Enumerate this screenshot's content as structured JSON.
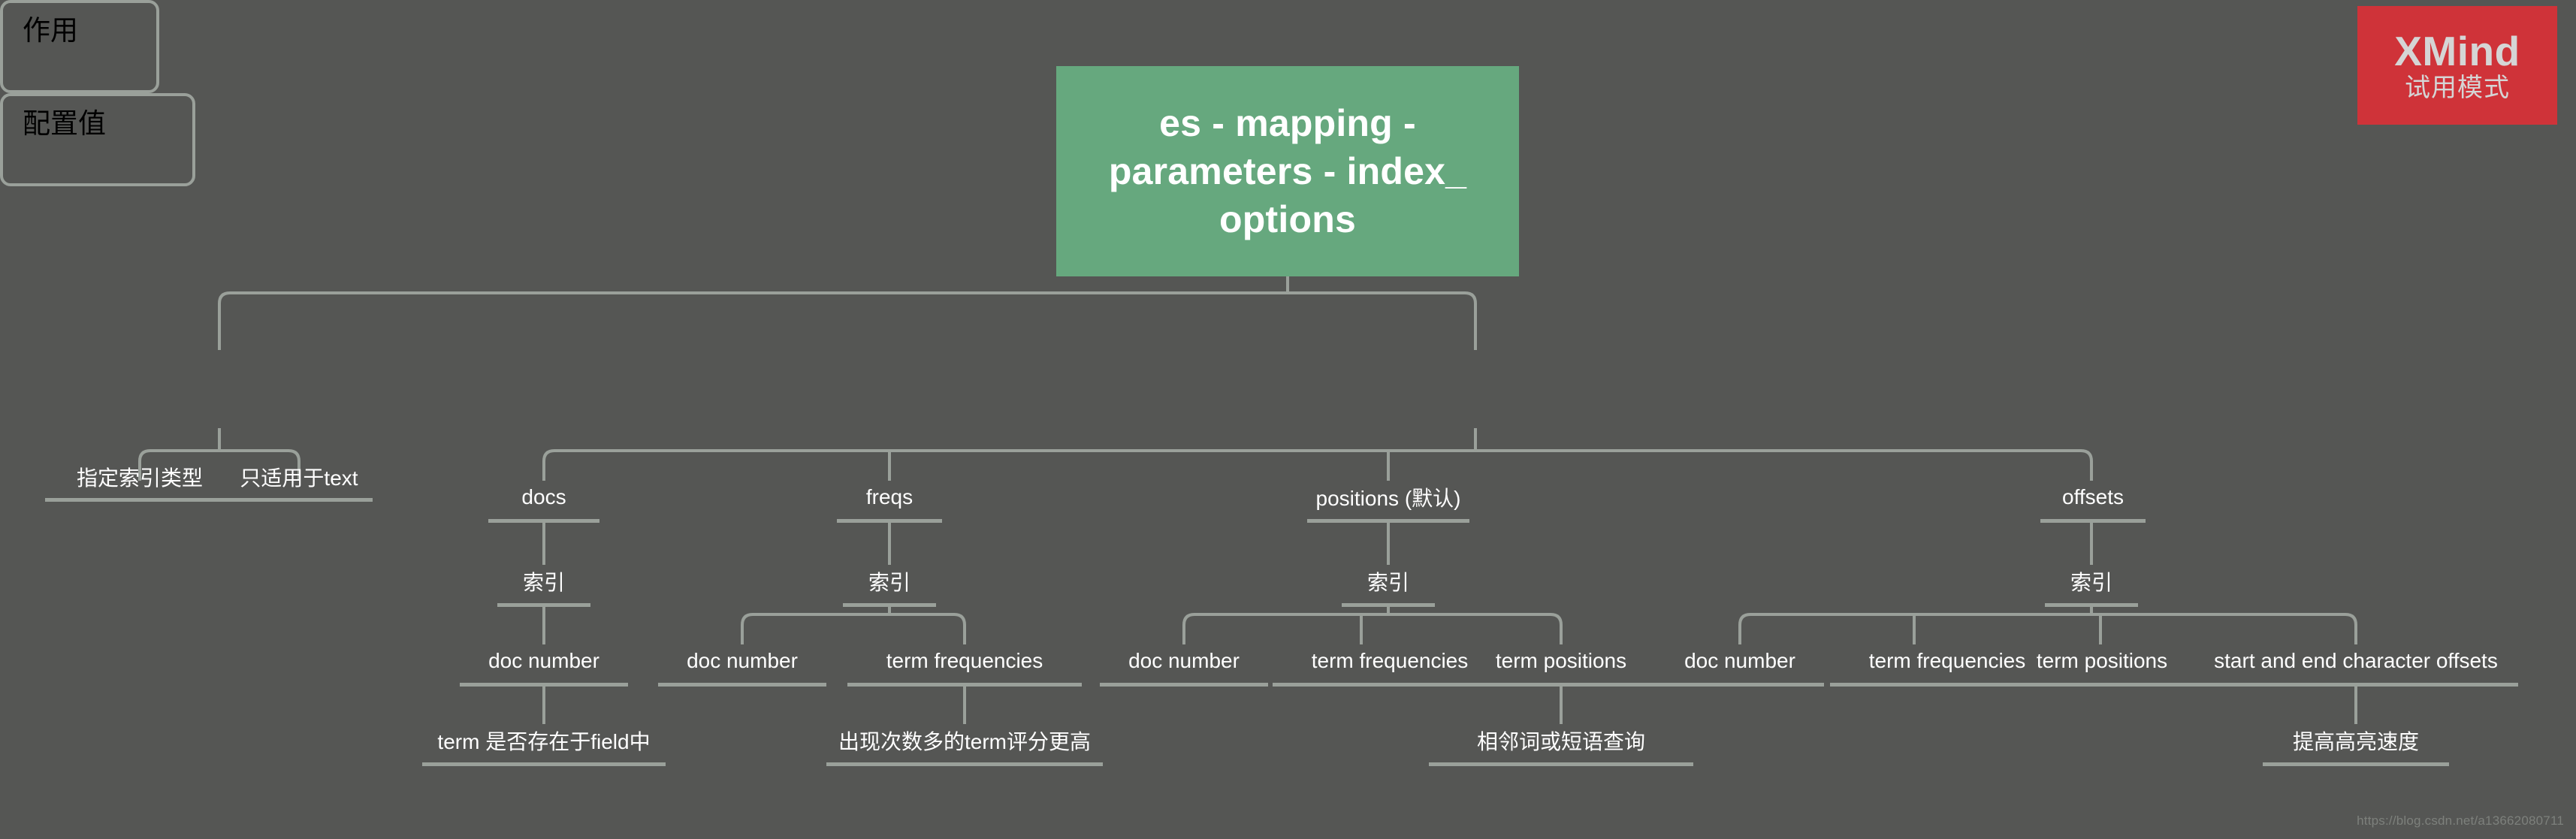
{
  "app": {
    "badge": {
      "title": "XMind",
      "subtitle": "试用模式"
    },
    "watermark": "https://blog.csdn.net/a13662080711"
  },
  "mindmap": {
    "root": {
      "label": "es - mapping - parameters - index_ options",
      "color": "#66a87e"
    },
    "branches": [
      {
        "label": "作用",
        "children": [
          {
            "label": "指定索引类型"
          },
          {
            "label": "只适用于text"
          }
        ]
      },
      {
        "label": "配置值",
        "children": [
          {
            "label": "docs",
            "index_label": "索引",
            "items": [
              {
                "label": "doc number",
                "note": "term 是否存在于field中"
              }
            ]
          },
          {
            "label": "freqs",
            "index_label": "索引",
            "items": [
              {
                "label": "doc number",
                "note": ""
              },
              {
                "label": "term frequencies",
                "note": "出现次数多的term评分更高"
              }
            ]
          },
          {
            "label": "positions (默认)",
            "index_label": "索引",
            "items": [
              {
                "label": "doc number",
                "note": ""
              },
              {
                "label": "term frequencies",
                "note": ""
              },
              {
                "label": "term positions",
                "note": "相邻词或短语查询"
              }
            ]
          },
          {
            "label": "offsets",
            "index_label": "索引",
            "items": [
              {
                "label": "doc number",
                "note": ""
              },
              {
                "label": "term frequencies",
                "note": ""
              },
              {
                "label": "term positions",
                "note": ""
              },
              {
                "label": "start and end character offsets",
                "note": "提高高亮速度"
              }
            ]
          }
        ]
      }
    ]
  },
  "theme": {
    "background": "#555654",
    "line": "#9aa09a",
    "text": "#ffffff",
    "badge_bg": "#cf3339"
  }
}
